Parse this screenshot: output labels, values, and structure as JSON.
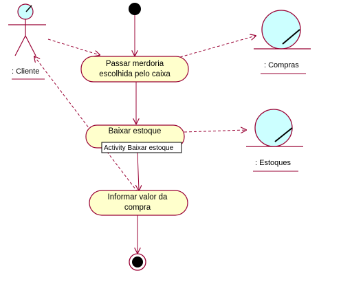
{
  "actor": {
    "name": ": Cliente"
  },
  "activities": {
    "passar": {
      "line1": "Passar merdoria",
      "line2": "escolhida pelo caixa"
    },
    "baixar": {
      "line1": "Baixar estoque"
    },
    "informar": {
      "line1": "Informar valor da",
      "line2": "compra"
    }
  },
  "tooltip": {
    "text": "Activity Baixar estoque"
  },
  "objects": {
    "compras": ": Compras",
    "estoques": ": Estoques"
  },
  "colors": {
    "activity_fill": "#ffffcc",
    "activity_stroke": "#990033",
    "object_fill": "#ccffff",
    "line": "#990033",
    "node_fill": "#000000"
  }
}
